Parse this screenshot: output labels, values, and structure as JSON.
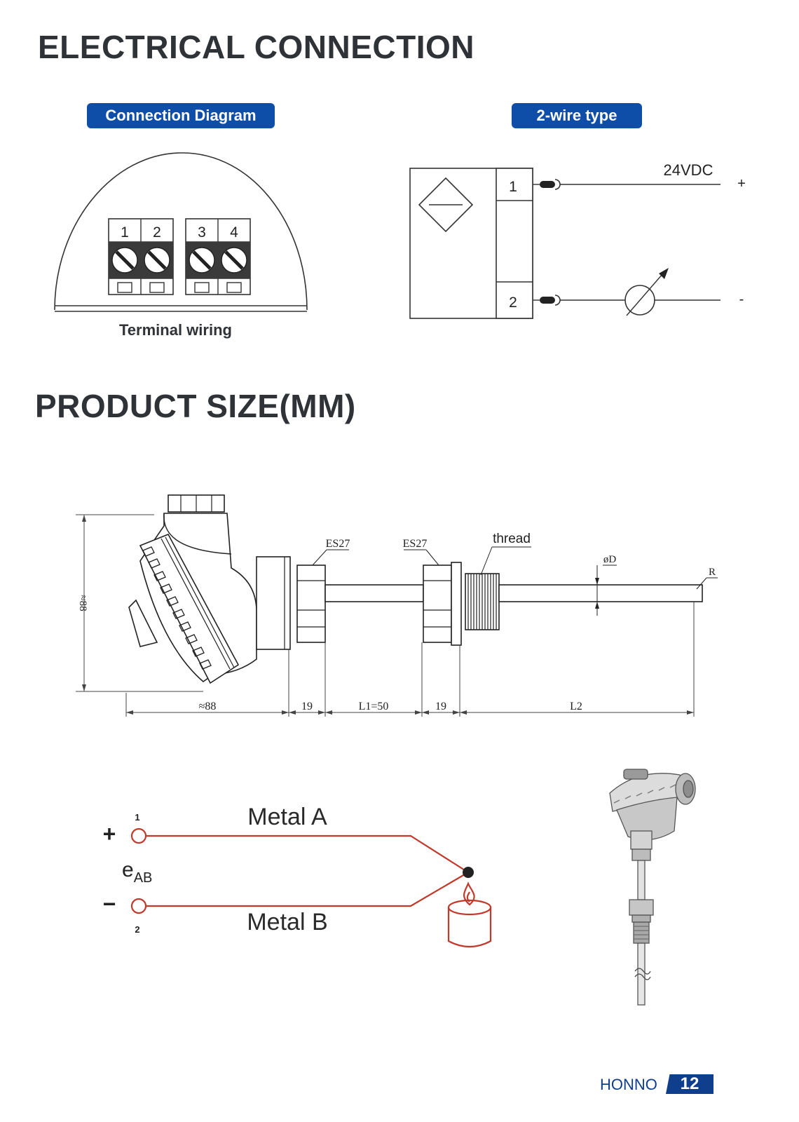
{
  "headings": {
    "electrical": "ELECTRICAL CONNECTION",
    "product_size": "PRODUCT SIZE(MM)"
  },
  "badges": {
    "connection_diagram": "Connection Diagram",
    "two_wire": "2-wire type"
  },
  "terminal": {
    "caption": "Terminal wiring",
    "numbers": [
      "1",
      "2",
      "3",
      "4"
    ]
  },
  "two_wire": {
    "pin1": "1",
    "pin2": "2",
    "supply": "24VDC",
    "plus": "+",
    "minus": "-"
  },
  "dimensions": {
    "height": "≈88",
    "width": "≈88",
    "hex1": "ES27",
    "hex2": "ES27",
    "thread": "thread",
    "diameter": "øD",
    "radius": "R",
    "seg1": "19",
    "l1": "L1=50",
    "seg2": "19",
    "l2": "L2"
  },
  "thermocouple": {
    "pin1": "1",
    "pin2": "2",
    "plus": "+",
    "minus": "−",
    "emf_main": "e",
    "emf_sub": "AB",
    "metal_a": "Metal A",
    "metal_b": "Metal B"
  },
  "footer": {
    "brand": "HONNO",
    "page": "12"
  },
  "colors": {
    "badge_blue": "#0f4ea8",
    "wire_red": "#c0392b",
    "footer_blue": "#0f3f8c"
  }
}
